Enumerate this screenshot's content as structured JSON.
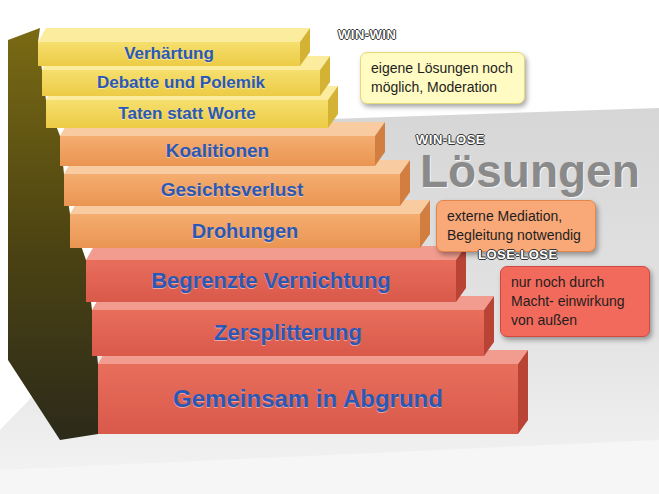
{
  "diagram": {
    "nodes": [
      {
        "text": [
          "Verhärtung"
        ]
      },
      {
        "text": [
          "Debatte und Polemik"
        ]
      },
      {
        "text": [
          "Taten statt Worte"
        ]
      },
      {
        "text": [
          "Koalitionen"
        ]
      },
      {
        "text": [
          "Gesichtsverlust"
        ]
      },
      {
        "text": [
          "Drohungen"
        ]
      },
      {
        "text": [
          "Begrenzte Vernichtung"
        ]
      },
      {
        "text": [
          "Zersplitterung"
        ]
      },
      {
        "text": [
          "Gemeinsam in Abgrund"
        ]
      },
      {
        "text": [
          "eigene Lösungen noch möglich, Moderation"
        ]
      },
      {
        "text": [
          "externe Mediation, Begleitung notwendig"
        ]
      },
      {
        "text": [
          "nur noch durch Macht- einwirkung von außen"
        ]
      }
    ],
    "labels": [
      "WIN-WIN",
      "WIN-LOSE",
      "LOSE-LOSE",
      "Lösungen"
    ]
  }
}
